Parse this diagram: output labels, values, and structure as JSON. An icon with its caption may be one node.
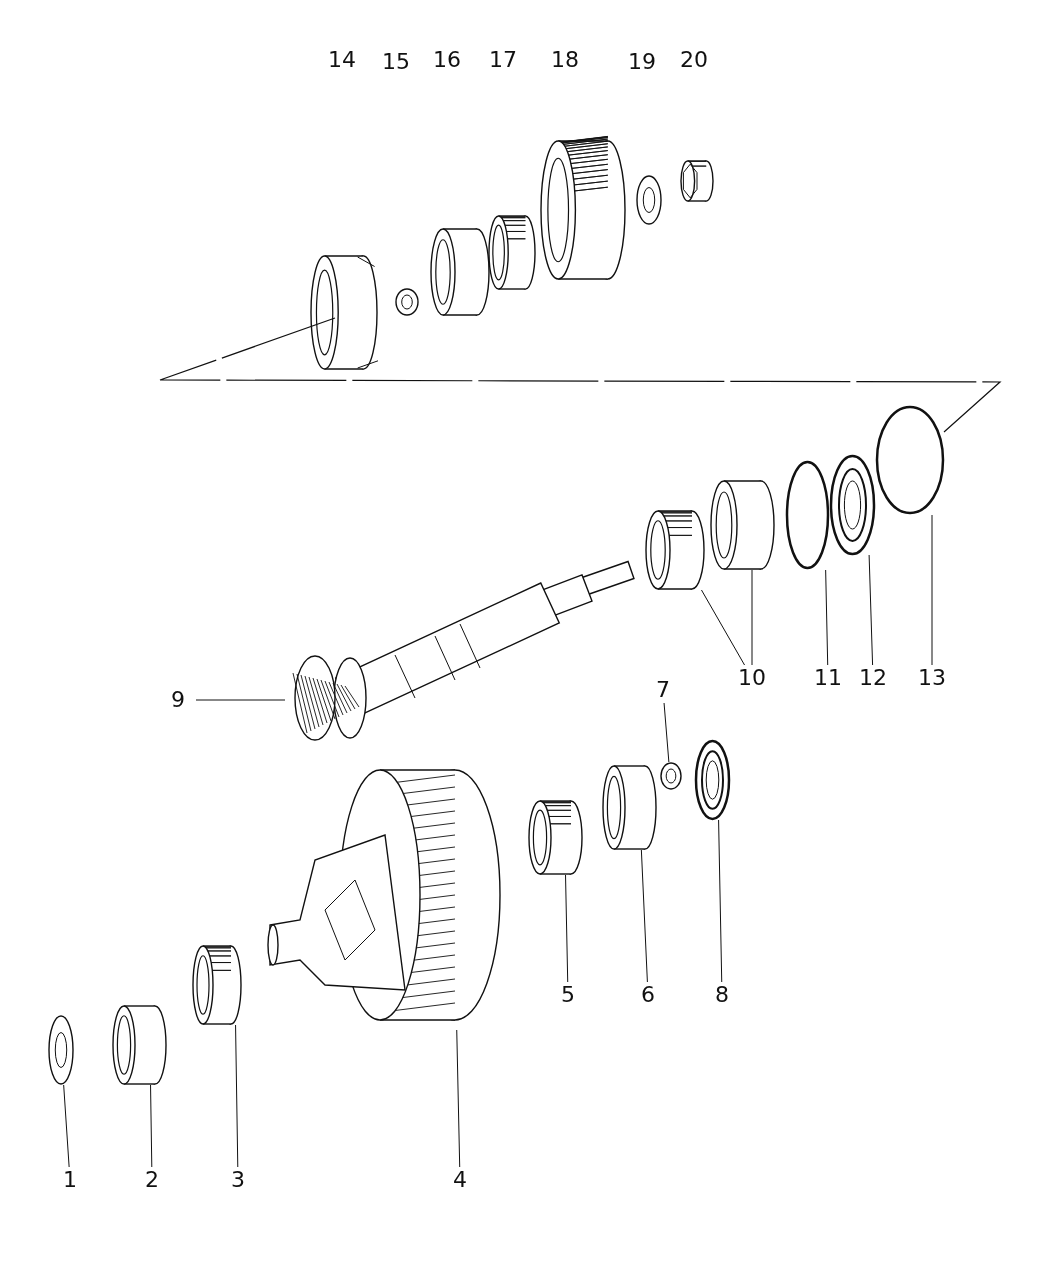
{
  "diagram": {
    "nodes": [
      {
        "text": [
          "1"
        ]
      },
      {
        "text": [
          "2"
        ]
      },
      {
        "text": [
          "3"
        ]
      },
      {
        "text": [
          "4"
        ]
      },
      {
        "text": [
          "5"
        ]
      },
      {
        "text": [
          "6"
        ]
      },
      {
        "text": [
          "7"
        ]
      },
      {
        "text": [
          "8"
        ]
      },
      {
        "text": [
          "9"
        ]
      },
      {
        "text": [
          "10"
        ]
      },
      {
        "text": [
          "11"
        ]
      },
      {
        "text": [
          "12"
        ]
      },
      {
        "text": [
          "13"
        ]
      },
      {
        "text": [],
        "shape": "picture"
      },
      {
        "text": [],
        "shape": "picture"
      },
      {
        "text": [],
        "shape": "picture"
      },
      {
        "text": [],
        "shape": "picture"
      },
      {
        "text": [],
        "shape": "picture"
      },
      {
        "text": [],
        "shape": "picture"
      },
      {
        "text": [],
        "shape": "picture"
      },
      {
        "text": [],
        "shape": "picture"
      },
      {
        "text": [],
        "shape": "picture"
      },
      {
        "text": [],
        "shape": "picture"
      },
      {
        "text": [],
        "shape": "picture"
      },
      {
        "text": [],
        "shape": "circle"
      },
      {
        "text": [],
        "shape": "picture"
      },
      {
        "text": [],
        "shape": "circle"
      }
    ],
    "edges": [
      {
        "from": 0,
        "to": 13,
        "arrow": "none"
      },
      {
        "from": 1,
        "to": 14,
        "arrow": "none"
      },
      {
        "from": 2,
        "to": 15,
        "arrow": "none"
      },
      {
        "from": 3,
        "to": 16,
        "arrow": "none"
      },
      {
        "from": 4,
        "to": 17,
        "arrow": "none"
      },
      {
        "from": 5,
        "to": 18,
        "arrow": "none"
      },
      {
        "from": 6,
        "to": 19,
        "arrow": "none"
      },
      {
        "from": 7,
        "to": 20,
        "arrow": "none"
      },
      {
        "from": 8,
        "to": 21,
        "arrow": "none"
      },
      {
        "from": 9,
        "to": 22,
        "arrow": "none"
      },
      {
        "from": 9,
        "to": 23,
        "arrow": "none"
      },
      {
        "from": 10,
        "to": 24,
        "arrow": "none"
      },
      {
        "from": 11,
        "to": 25,
        "arrow": "none"
      },
      {
        "from": 12,
        "to": 26,
        "arrow": "none"
      }
    ],
    "labels": [
      "14",
      "15",
      "16",
      "17",
      "18",
      "19",
      "20"
    ]
  }
}
